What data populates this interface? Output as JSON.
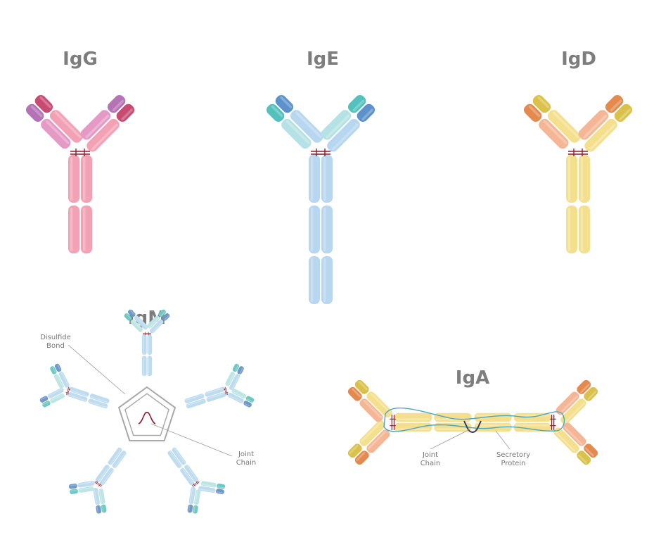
{
  "palettes": {
    "igg": {
      "heavy": "#f3a1b4",
      "light_c": "#e59ac6",
      "light_v": "#b572b5",
      "var_heavy": "#c84b74",
      "hinge": "#8e1b2e"
    },
    "ige": {
      "heavy": "#b7d6ef",
      "light_c": "#b5e2e4",
      "light_v": "#53c1bd",
      "var_heavy": "#5d91cb",
      "hinge": "#8e1b2e"
    },
    "igd": {
      "heavy": "#f4df8d",
      "light_c": "#f4b695",
      "light_v": "#e48a4e",
      "var_heavy": "#d9c14a",
      "hinge": "#8e1b2e"
    },
    "igm": {
      "heavy": "#bedcef",
      "light_c": "#bde5e4",
      "light_v": "#6ec9c3",
      "var_heavy": "#6e98c8",
      "ring": "#a8a8a8",
      "jchain": "#8e1b2e"
    },
    "iga": {
      "heavy": "#f4df8d",
      "light_c": "#f4b695",
      "light_v": "#e48a4e",
      "var_heavy": "#d9c14a",
      "secretory": "#4aa6c2",
      "jchain": "#3d3d5c",
      "hinge": "#8e1b2e"
    }
  },
  "antibodies": {
    "igg": {
      "title": "IgG"
    },
    "ige": {
      "title": "IgE"
    },
    "igd": {
      "title": "IgD"
    },
    "igm": {
      "title": "IgM",
      "label_disulfide_line1": "Disulfide",
      "label_disulfide_line2": "Bond",
      "label_joint_line1": "Joint",
      "label_joint_line2": "Chain"
    },
    "iga": {
      "title": "IgA",
      "label_joint_line1": "Joint",
      "label_joint_line2": "Chain",
      "label_secretory_line1": "Secretory",
      "label_secretory_line2": "Protein"
    }
  }
}
